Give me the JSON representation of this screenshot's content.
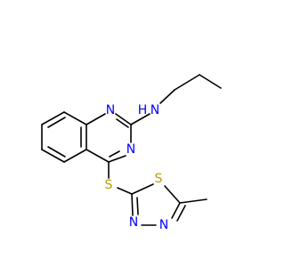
{
  "molecule": {
    "atoms": [
      {
        "id": "N_ring1",
        "label": "N",
        "color": "#0000ff"
      },
      {
        "id": "N_ring3",
        "label": "N",
        "color": "#0000ff"
      },
      {
        "id": "N_amine",
        "label": "N",
        "color": "#0000ff"
      },
      {
        "id": "H_amine",
        "label": "H",
        "color": "#0000ff"
      },
      {
        "id": "S_thioether",
        "label": "S",
        "color": "#b8a000"
      },
      {
        "id": "S_thiadiazole",
        "label": "S",
        "color": "#b8a000"
      },
      {
        "id": "N_thiadiazole_a",
        "label": "N",
        "color": "#0000ff"
      },
      {
        "id": "N_thiadiazole_b",
        "label": "N",
        "color": "#0000ff"
      }
    ],
    "bond_color": "#000000"
  }
}
